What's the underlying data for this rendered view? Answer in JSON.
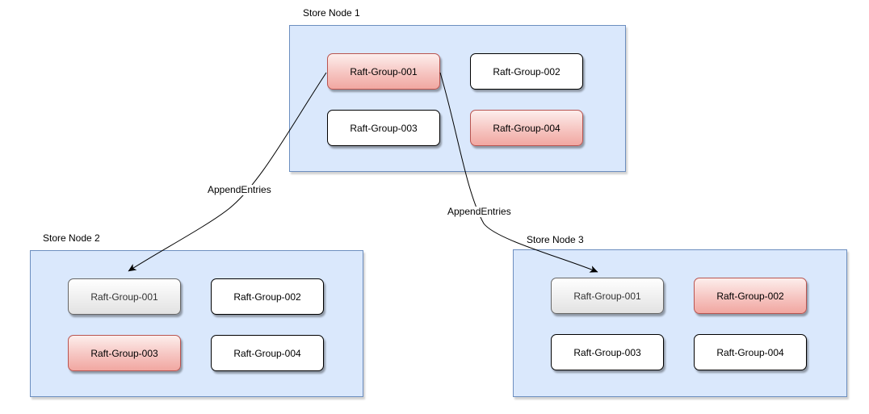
{
  "nodes": [
    {
      "label": "Store Node 1",
      "groups": [
        {
          "label": "Raft-Group-001",
          "state": "leader"
        },
        {
          "label": "Raft-Group-002",
          "state": "follower"
        },
        {
          "label": "Raft-Group-003",
          "state": "follower"
        },
        {
          "label": "Raft-Group-004",
          "state": "leader"
        }
      ]
    },
    {
      "label": "Store Node 2",
      "groups": [
        {
          "label": "Raft-Group-001",
          "state": "receiver"
        },
        {
          "label": "Raft-Group-002",
          "state": "follower"
        },
        {
          "label": "Raft-Group-003",
          "state": "leader"
        },
        {
          "label": "Raft-Group-004",
          "state": "follower"
        }
      ]
    },
    {
      "label": "Store Node 3",
      "groups": [
        {
          "label": "Raft-Group-001",
          "state": "receiver"
        },
        {
          "label": "Raft-Group-002",
          "state": "leader"
        },
        {
          "label": "Raft-Group-003",
          "state": "follower"
        },
        {
          "label": "Raft-Group-004",
          "state": "follower"
        }
      ]
    }
  ],
  "edges": [
    {
      "label": "AppendEntries"
    },
    {
      "label": "AppendEntries"
    }
  ],
  "colors": {
    "node_fill": "#dae8fc",
    "node_border": "#6c8ebf",
    "leader_fill_top": "#fdeeec",
    "leader_fill_bottom": "#f1a7a1",
    "leader_border": "#b85450",
    "follower_fill": "#ffffff",
    "follower_border": "#000000",
    "receiver_fill_top": "#ffffff",
    "receiver_fill_bottom": "#e2e2e2",
    "receiver_border": "#666666",
    "arrow": "#000000"
  }
}
